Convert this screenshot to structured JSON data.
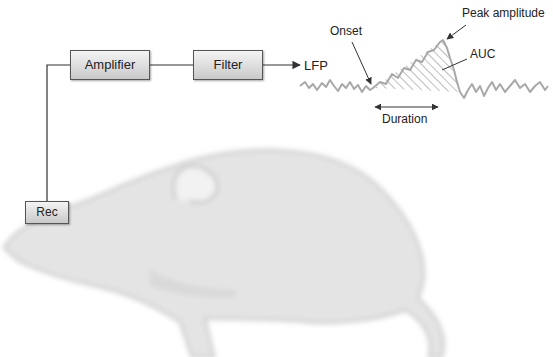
{
  "diagram": {
    "nodes": [
      {
        "text": [
          "Rec"
        ]
      },
      {
        "text": [
          "Amplifier"
        ]
      },
      {
        "text": [
          "Filter"
        ]
      }
    ],
    "edges": [
      {
        "from": 0,
        "to": 1,
        "arrow": "none"
      },
      {
        "from": 1,
        "to": 2,
        "arrow": "none"
      }
    ],
    "labels": [
      "LFP",
      "Onset",
      "Peak amplitude",
      "AUC",
      "Duration"
    ]
  }
}
